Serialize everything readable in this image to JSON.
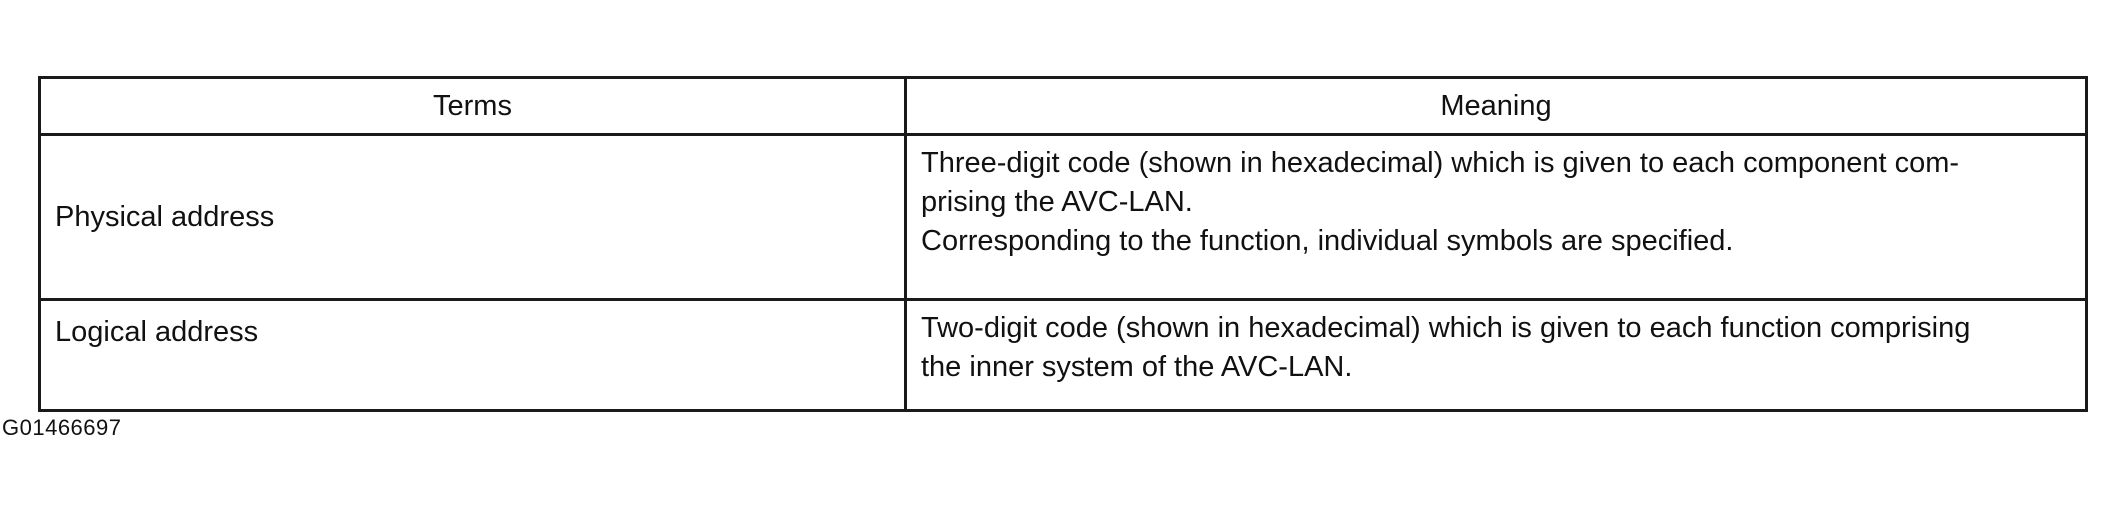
{
  "table": {
    "headers": {
      "terms": "Terms",
      "meaning": "Meaning"
    },
    "rows": [
      {
        "term": "Physical address",
        "meaning_lines": [
          "Three-digit code (shown in hexadecimal) which is given to each component com-",
          "prising the AVC-LAN.",
          "Corresponding to the function, individual symbols are specified."
        ]
      },
      {
        "term": "Logical address",
        "meaning_lines": [
          "Two-digit code (shown in hexadecimal) which is given to each function comprising",
          "the inner system of the AVC-LAN."
        ]
      }
    ]
  },
  "figure_id": "G01466697"
}
